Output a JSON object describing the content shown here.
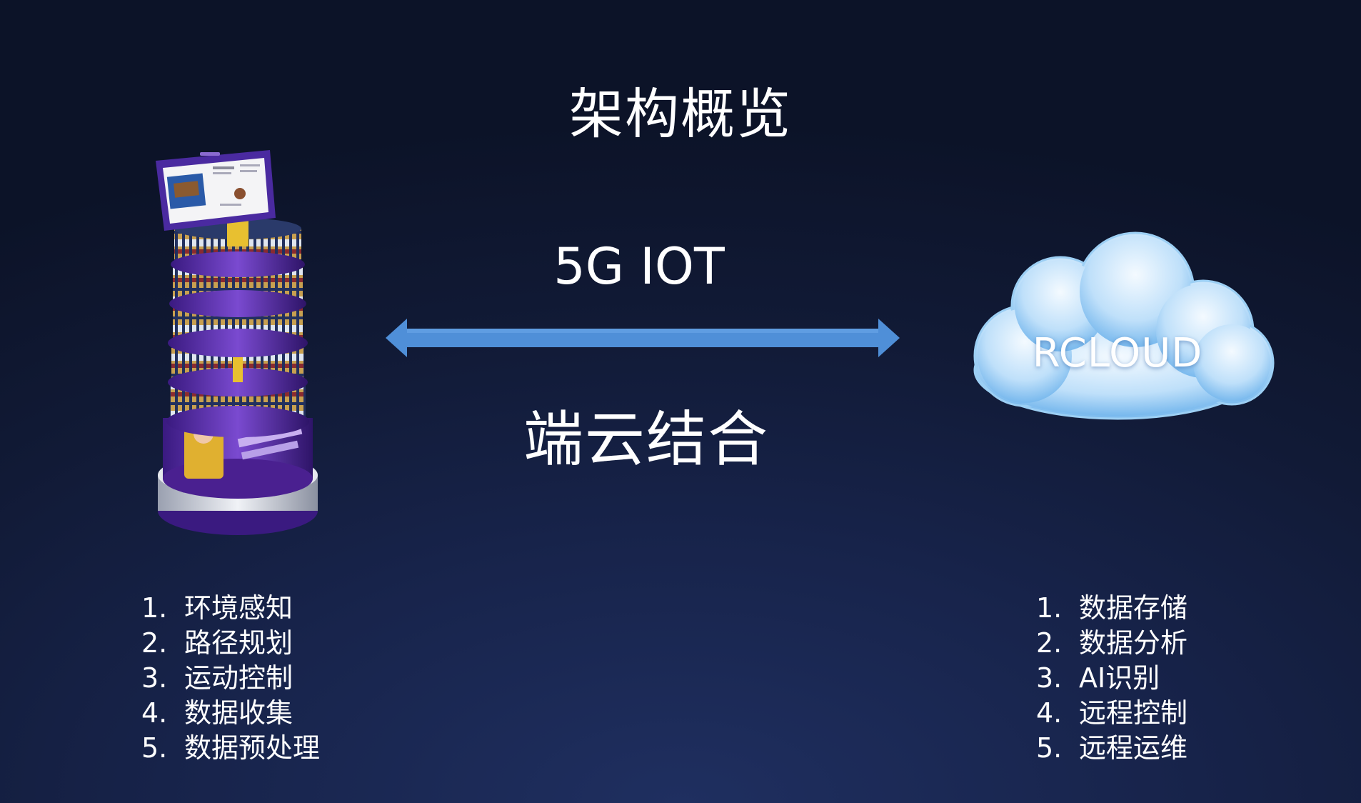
{
  "title": "架构概览",
  "connection": {
    "top_label": "5G IOT",
    "bottom_label": "端云结合"
  },
  "cloud": {
    "label": "RCLOUD"
  },
  "left_list": [
    {
      "num": "1.",
      "text": "环境感知"
    },
    {
      "num": "2.",
      "text": "路径规划"
    },
    {
      "num": "3.",
      "text": "运动控制"
    },
    {
      "num": "4.",
      "text": "数据收集"
    },
    {
      "num": "5.",
      "text": "数据预处理"
    }
  ],
  "right_list": [
    {
      "num": "1.",
      "text": "数据存储"
    },
    {
      "num": "2.",
      "text": "数据分析"
    },
    {
      "num": "3.",
      "text": "AI识别"
    },
    {
      "num": "4.",
      "text": "远程控制"
    },
    {
      "num": "5.",
      "text": "远程运维"
    }
  ],
  "colors": {
    "arrow": "#4f8fd8",
    "tower_purple": "#5a2aa0",
    "cloud_light": "#e8f4ff",
    "cloud_dark": "#5aa8e8"
  }
}
